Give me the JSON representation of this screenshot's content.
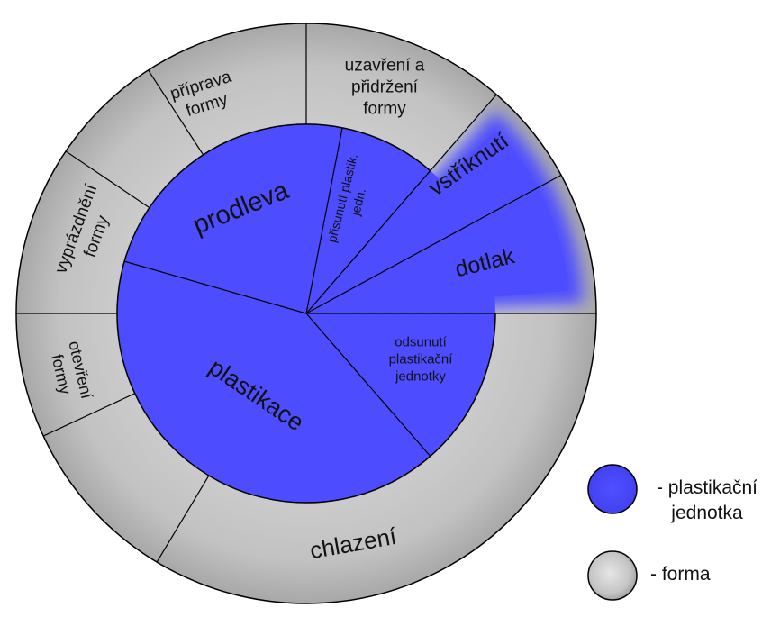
{
  "colors": {
    "unit_fill": "#4d4dff",
    "mold_fill": "#c0c0c0",
    "stroke": "#000000"
  },
  "outer_segments": [
    {
      "id": "priprava",
      "lines": [
        "příprava",
        "formy"
      ]
    },
    {
      "id": "uzavreni",
      "lines": [
        "uzavření a",
        "přidržení",
        "formy"
      ]
    },
    {
      "id": "vstriknuti",
      "lines": [
        "vstříknutí"
      ]
    },
    {
      "id": "dotlak",
      "lines": [
        "dotlak"
      ]
    },
    {
      "id": "chlazeni",
      "lines": [
        "chlazení"
      ]
    },
    {
      "id": "otevreni",
      "lines": [
        "otevření",
        "formy"
      ]
    },
    {
      "id": "vyprazdneni",
      "lines": [
        "vyprázdnění",
        "formy"
      ]
    }
  ],
  "inner_segments": [
    {
      "id": "prodleva",
      "lines": [
        "prodleva"
      ]
    },
    {
      "id": "prisunuti",
      "lines": [
        "přisunutí plastik.",
        "jedn."
      ]
    },
    {
      "id": "odsunuti",
      "lines": [
        "odsunutí",
        "plastikační",
        "jednotky"
      ]
    },
    {
      "id": "plastikace",
      "lines": [
        "plastikace"
      ]
    }
  ],
  "legend": [
    {
      "kind": "unit",
      "lines": [
        "- plastikační",
        "jednotka"
      ]
    },
    {
      "kind": "mold",
      "lines": [
        "- forma"
      ]
    }
  ]
}
